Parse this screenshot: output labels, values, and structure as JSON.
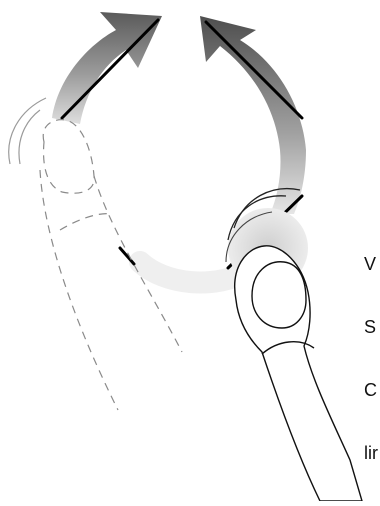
{
  "illustration": {
    "gesture": "two-finger-rotate",
    "icons": [
      "rotate-arrow-icon",
      "finger-icon"
    ],
    "colors": {
      "arrow_dark": "#5a5a5a",
      "arrow_light": "#d8d8d8",
      "line": "#000000",
      "finger_outline": "#111111",
      "ghost_finger": "#8a8a8a"
    }
  },
  "caption": {
    "lines": [
      "V",
      "S",
      "C",
      "lir"
    ]
  }
}
